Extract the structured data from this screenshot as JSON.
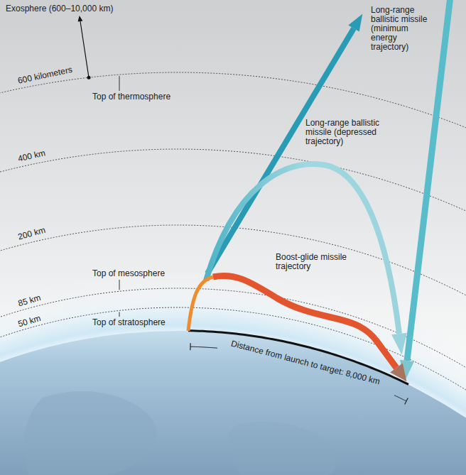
{
  "diagram": {
    "labels": [
      "Exosphere (600–10,000 km)",
      "Long-range ballistic missile (minimum energy trajectory)",
      "600 kilometers",
      "Top of thermosphere",
      "Long-range ballistic missile (depressed trajectory)",
      "400 km",
      "200 km",
      "Boost-glide missile trajectory",
      "Top of mesosphere",
      "85 km",
      "Top of stratosphere",
      "50 km",
      "Distance from launch to target: 8,000 km"
    ]
  }
}
